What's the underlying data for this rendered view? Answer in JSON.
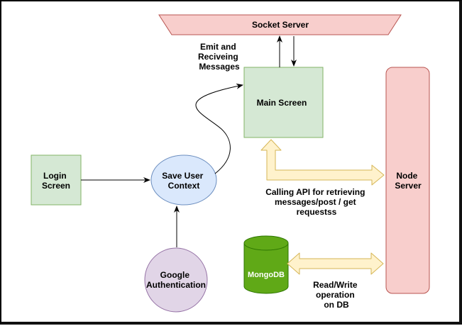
{
  "diagram": {
    "nodes": {
      "socket_server": {
        "lines": [
          "Socket Server"
        ],
        "fill": "#f8cecc",
        "stroke": "#b85450"
      },
      "main_screen": {
        "lines": [
          "Main Screen"
        ],
        "fill": "#d5e8d4",
        "stroke": "#82b366"
      },
      "login_screen": {
        "lines": [
          "Login",
          "Screen"
        ],
        "fill": "#d5e8d4",
        "stroke": "#82b366"
      },
      "save_user_context": {
        "lines": [
          "Save User",
          "Context"
        ],
        "fill": "#dae8fc",
        "stroke": "#6c8ebf"
      },
      "google_auth": {
        "lines": [
          "Google",
          "Authentication"
        ],
        "fill": "#e1d5e7",
        "stroke": "#9673a6"
      },
      "node_server": {
        "lines": [
          "Node",
          "Server"
        ],
        "fill": "#f8cecc",
        "stroke": "#b85450"
      },
      "mongodb": {
        "lines": [
          "MongoDB"
        ],
        "fill": "#60a917",
        "stroke": "#2d7600"
      }
    },
    "edge_labels": {
      "emit": [
        "Emit and",
        "Reciveing",
        "Messages"
      ],
      "api": [
        "Calling API for retrieving",
        "messages/post / get",
        "requestss"
      ],
      "db": [
        "Read/Write",
        "operation",
        "on DB"
      ]
    },
    "colors": {
      "arrow": "#000000",
      "bidirectional_fill": "#fff2cc",
      "bidirectional_stroke": "#d6b656"
    }
  }
}
